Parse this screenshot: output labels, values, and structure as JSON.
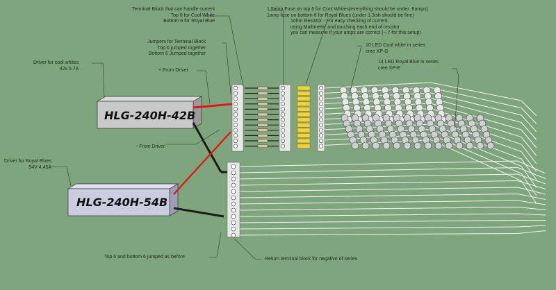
{
  "annotations": {
    "terminal_block": "Terminal Block that can handle current\nTop 6 for Cool White\nBottom 6 for Royal Blue",
    "fuse": "1.5amp Fuse on top 6 for Cool Whites(everything should be under .8amps)\n1amp fuse on bottom 6 for Royal Blues (under 1.3ish should be fine)",
    "resistor": "1ohm Resistor - For easy checking of current\nusing Multimeter and touching each end of resistor\nyou can measure if your amps are correct (~.7 for this setup)",
    "jumpers": "Jumpers for Terminal Block\nTop 6 jumped together\nBottom 6 Jumped together",
    "cool_led": "10 LED Cool white in series\ncree XP-G",
    "royal_led": "14 LED Royal Blue in series\ncree XP-E",
    "plus_driver": "+ From Driver",
    "minus_driver": "- From Driver",
    "driver_cool": "Driver for cool whites\n42v 5.7A",
    "driver_royal": "Driver for Royal Blues\n54V 4.45A",
    "bottom_jumped": "Top 6 and bottom 6 jumped as before",
    "return_block": "Return terminal block for negative of series"
  },
  "drivers": {
    "top_model": "HLG-240H-42B",
    "bottom_model": "HLG-240H-54B"
  },
  "colors": {
    "background": "#7fa57d",
    "positive_wire": "#e01818",
    "negative_wire": "#1a1a1a",
    "fuse": "#f2d23a",
    "led_cool": "#e8e8e8",
    "led_royal": "#cfcfd4"
  }
}
